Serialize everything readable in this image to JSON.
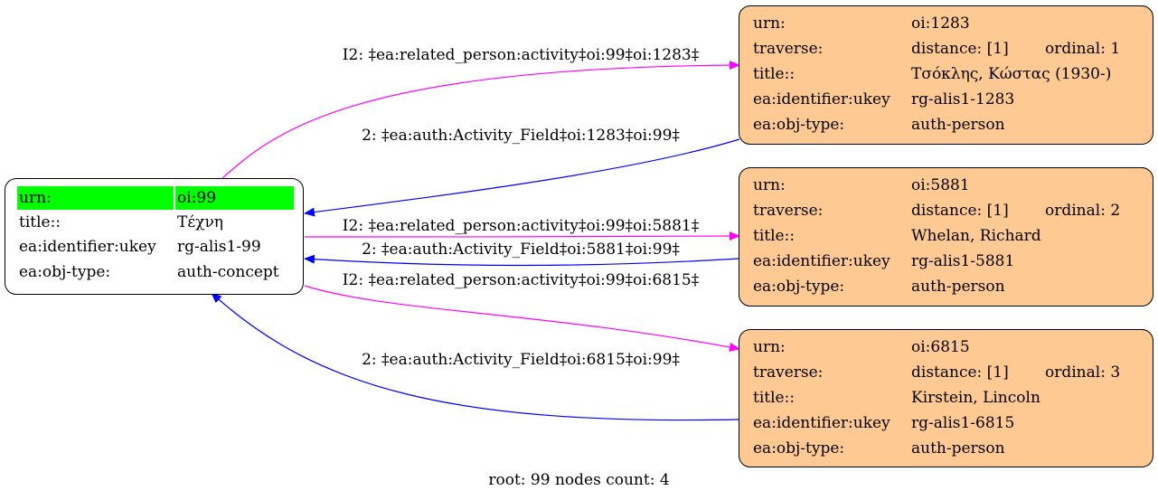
{
  "root_node": {
    "rows": [
      {
        "key": "urn:",
        "value": "oi:99"
      },
      {
        "key": "title::",
        "value": "Τέχνη"
      },
      {
        "key": "ea:identifier:ukey",
        "value": "rg-alis1-99"
      },
      {
        "key": "ea:obj-type:",
        "value": "auth-concept"
      }
    ]
  },
  "related_nodes": [
    {
      "urn_key": "urn:",
      "urn": "oi:1283",
      "traverse_key": "traverse:",
      "distance": "distance: [1]",
      "ordinal": "ordinal: 1",
      "title_key": "title::",
      "title": "Τσόκλης, Κώστας (1930-)",
      "ukey_key": "ea:identifier:ukey",
      "ukey": "rg-alis1-1283",
      "type_key": "ea:obj-type:",
      "type": "auth-person"
    },
    {
      "urn_key": "urn:",
      "urn": "oi:5881",
      "traverse_key": "traverse:",
      "distance": "distance: [1]",
      "ordinal": "ordinal: 2",
      "title_key": "title::",
      "title": "Whelan, Richard",
      "ukey_key": "ea:identifier:ukey",
      "ukey": "rg-alis1-5881",
      "type_key": "ea:obj-type:",
      "type": "auth-person"
    },
    {
      "urn_key": "urn:",
      "urn": "oi:6815",
      "traverse_key": "traverse:",
      "distance": "distance: [1]",
      "ordinal": "ordinal: 3",
      "title_key": "title::",
      "title": "Kirstein, Lincoln",
      "ukey_key": "ea:identifier:ukey",
      "ukey": "rg-alis1-6815",
      "type_key": "ea:obj-type:",
      "type": "auth-person"
    }
  ],
  "edges": [
    {
      "label": "I2: ‡ea:related_person:activity‡oi:99‡oi:1283‡",
      "color": "#ff00ff"
    },
    {
      "label": "2: ‡ea:auth:Activity_Field‡oi:1283‡oi:99‡",
      "color": "#0000ff"
    },
    {
      "label": "I2: ‡ea:related_person:activity‡oi:99‡oi:5881‡",
      "color": "#ff00ff"
    },
    {
      "label": "2: ‡ea:auth:Activity_Field‡oi:5881‡oi:99‡",
      "color": "#0000ff"
    },
    {
      "label": "I2: ‡ea:related_person:activity‡oi:99‡oi:6815‡",
      "color": "#ff00ff"
    },
    {
      "label": "2: ‡ea:auth:Activity_Field‡oi:6815‡oi:99‡",
      "color": "#0000ff"
    }
  ],
  "colors": {
    "root_urn_highlight": "#00ff00",
    "related_node_fill": "#ffc994",
    "forward_edge": "#ff00ff",
    "backward_edge": "#0000ff"
  },
  "footer": "root: 99 nodes count: 4"
}
